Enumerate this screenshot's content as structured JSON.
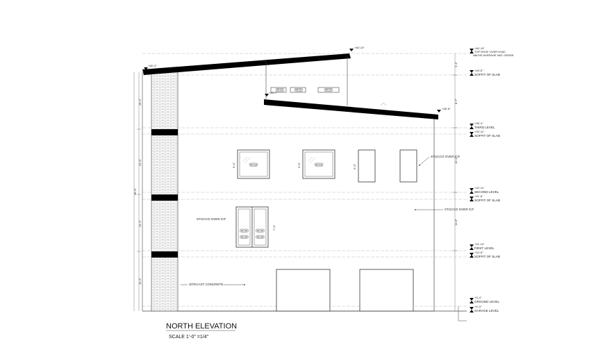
{
  "drawing": {
    "title": "NORTH ELEVATION",
    "scale": "SCALE 1'-0\" =1/4\""
  },
  "levels": {
    "top_roof_value": "+46'-10\"",
    "top_roof_label_1": "TOP ROOF OVER HVAC",
    "top_roof_label_2": "ABOVE AVERAGE NAT. GRADE",
    "soffit_roof_value": "+43'-6\"",
    "soffit_roof_label": "SOFFIT OF SLAB",
    "third_value": "+35'-4\"",
    "third_label": "THIRD LEVEL",
    "soffit_third_value": "+33'-11\"",
    "soffit_third_label": "SOFFIT OF SLAB",
    "second_value": "+22'-11\"",
    "second_label": "SECOND LEVEL",
    "soffit_second_value": "+21'-8\"",
    "soffit_second_label": "SOFFIT OF SLAB",
    "first_value": "+11'-10\"",
    "first_label": "FIRST LEVEL",
    "soffit_first_value": "+10'-6\"",
    "soffit_first_label": "SOFFIT OF SLAB",
    "ground_value": "+0'-4\"",
    "ground_label": "GROUND LEVEL",
    "garage_value": "+0'-0\"",
    "garage_label": "GARAGE LEVEL"
  },
  "roof": {
    "left_elev": "+46'-4\"",
    "peak_elev": "+48'-10\"",
    "mid_elev": "+45'-7\"",
    "lower_elev": "+38'-8\""
  },
  "annotations": {
    "stucco_upper": "STUCCO OVER ICF",
    "stucco_left": "STUCCO OVER ICF",
    "stucco_right": "STUCCO OVER ICF",
    "sitecast": "SITECAST CONCRETE"
  },
  "dimensions": {
    "left_1": "10'-2\"",
    "left_2": "12'-5\"",
    "left_3": "11'-1\"",
    "left_4": "11'-2\"",
    "left_total": "46'-6\"",
    "right_1": "3'-4\"",
    "right_2": "8'-7\"",
    "right_3": "11'-1\"",
    "right_4": "11'-6\"",
    "win_h_1": "5'-0\"",
    "win_h_2": "5'-0\"",
    "win_h_3": "6'-0\"",
    "win_h_4": "7'-0\""
  },
  "tags": {
    "w1": "W-01",
    "w2": "W-01",
    "w3": "W-02",
    "w4": "W-03",
    "w5": "W-03",
    "w6": "W-04",
    "w7": "W-04",
    "w8": "W-04",
    "w9": "W-04"
  }
}
